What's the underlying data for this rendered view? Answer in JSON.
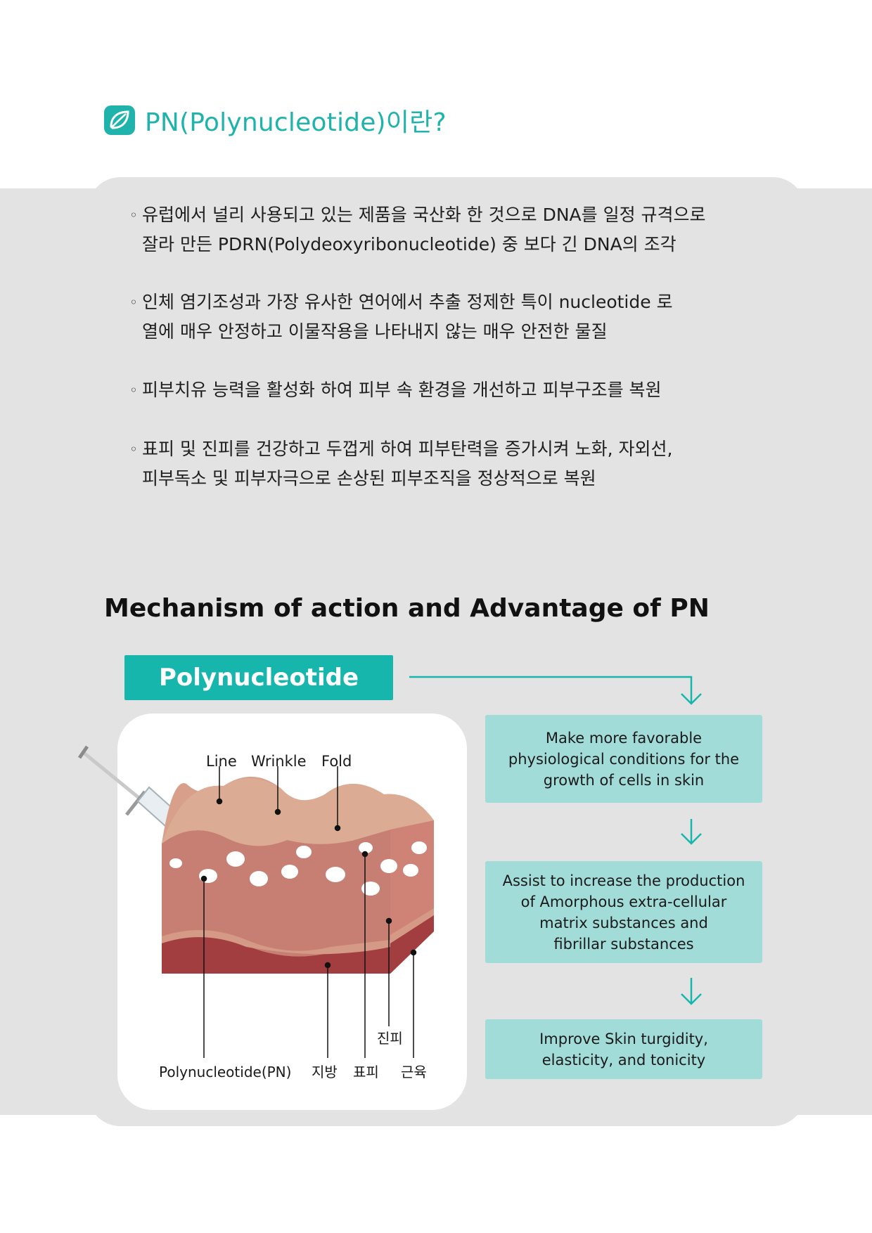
{
  "header": {
    "title": "PN(Polynucleotide)이란?",
    "icon": "leaf-icon",
    "accent_color": "#1fb3ac"
  },
  "bullets": [
    {
      "lines": [
        "유럽에서 널리 사용되고 있는 제품을 국산화 한 것으로 DNA를 일정 규격으로",
        "잘라 만든 PDRN(Polydeoxyribonucleotide) 중 보다 긴 DNA의 조각"
      ]
    },
    {
      "lines": [
        "인체 염기조성과 가장 유사한 연어에서 추출 정제한 특이 nucleotide 로",
        "열에 매우 안정하고 이물작용을 나타내지 않는 매우 안전한 물질"
      ]
    },
    {
      "lines": [
        "피부치유 능력을 활성화 하여 피부 속 환경을 개선하고 피부구조를 복원"
      ]
    },
    {
      "lines": [
        "표피 및 진피를 건강하고 두껍게 하여 피부탄력을 증가시켜 노화, 자외선,",
        "피부독소 및 피부자극으로 손상된 피부조직을 정상적으로 복원"
      ]
    }
  ],
  "bullet_marker": "◦",
  "mechanism": {
    "heading": "Mechanism of action and Advantage of PN",
    "banner": "Polynucleotide",
    "banner_color": "#17b6ad",
    "box_color": "#a2dcd9",
    "diagram_labels": {
      "line": "Line",
      "wrinkle": "Wrinkle",
      "fold": "Fold",
      "pn": "Polynucleotide(PN)",
      "fat": "지방",
      "epidermis": "표피",
      "dermis": "진피",
      "muscle": "근육"
    },
    "flow": [
      {
        "lines": [
          "Make more favorable",
          "physiological conditions for the",
          "growth of cells in skin"
        ]
      },
      {
        "lines": [
          "Assist to increase the production",
          "of Amorphous extra-cellular",
          "matrix substances and",
          "fibrillar substances"
        ]
      },
      {
        "lines": [
          "Improve Skin turgidity,",
          "elasticity, and tonicity"
        ]
      }
    ]
  }
}
